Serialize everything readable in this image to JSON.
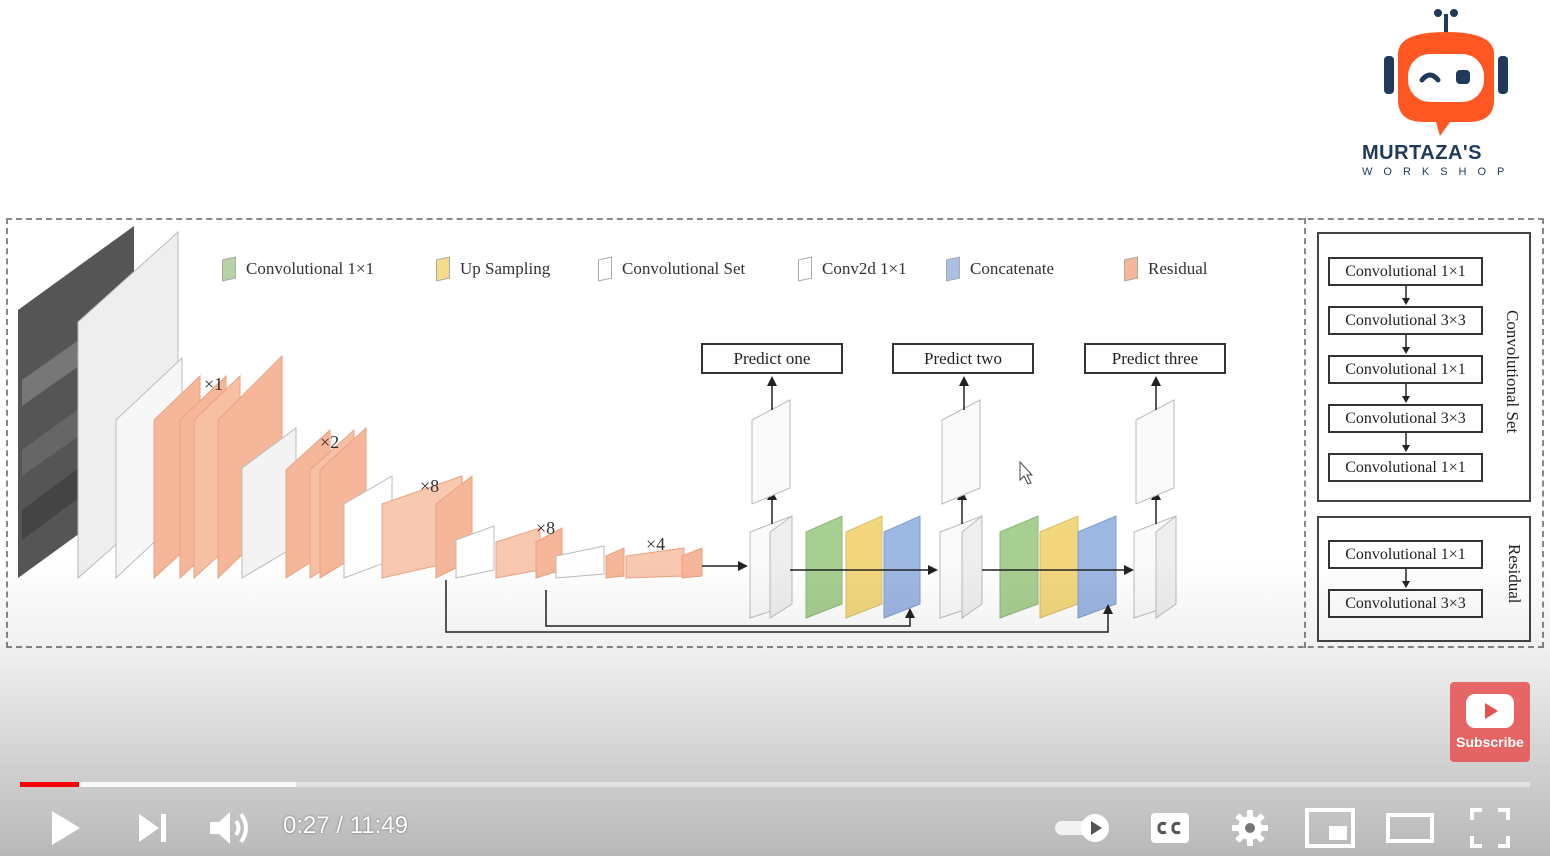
{
  "legend": [
    {
      "label": "Convolutional 1×1",
      "color": "#b5d3a4"
    },
    {
      "label": "Up Sampling",
      "color": "#f4dc88"
    },
    {
      "label": "Convolutional Set",
      "color": "#ffffff"
    },
    {
      "label": "Conv2d 1×1",
      "color": "#ffffff"
    },
    {
      "label": "Concatenate",
      "color": "#a9bfe3"
    },
    {
      "label": "Residual",
      "color": "#f6b699"
    }
  ],
  "multipliers": {
    "m1": "×1",
    "m2": "×2",
    "m3": "×8",
    "m4": "×8",
    "m5": "×4"
  },
  "predictions": {
    "one": "Predict one",
    "two": "Predict two",
    "three": "Predict three"
  },
  "convolutional_set": {
    "title": "Convolutional Set",
    "boxes": [
      "Convolutional 1×1",
      "Convolutional 3×3",
      "Convolutional 1×1",
      "Convolutional 3×3",
      "Convolutional 1×1"
    ]
  },
  "residual": {
    "title": "Residual",
    "boxes": [
      "Convolutional 1×1",
      "Convolutional 3×3"
    ]
  },
  "logo": {
    "name": "MURTAZA'S",
    "sub": "WORKSHOP"
  },
  "subscribe_label": "Subscribe",
  "player": {
    "current_time": "0:27",
    "duration": "11:49",
    "time_display": "0:27 / 11:49",
    "played_fraction": 0.039,
    "buffered_fraction": 0.183
  },
  "colors": {
    "residual": "#f6b699",
    "green": "#a8cf92",
    "yellow": "#f2d77e",
    "blue": "#9db7e3",
    "progress": "#ff0000",
    "logo_orange": "#ff5722"
  }
}
